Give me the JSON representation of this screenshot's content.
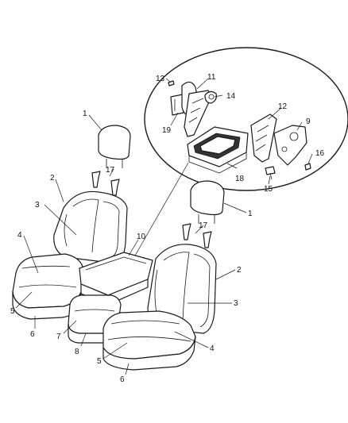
{
  "diagram": {
    "callouts": {
      "c1a": "1",
      "c1b": "1",
      "c2a": "2",
      "c2b": "2",
      "c3a": "3",
      "c3b": "3",
      "c4a": "4",
      "c4b": "4",
      "c5a": "5",
      "c5b": "5",
      "c6a": "6",
      "c6b": "6",
      "c7": "7",
      "c8": "8",
      "c9": "9",
      "c10": "10",
      "c11": "11",
      "c12": "12",
      "c13": "13",
      "c14": "14",
      "c15": "15",
      "c16": "16",
      "c17a": "17",
      "c17b": "17",
      "c18": "18",
      "c19": "19"
    },
    "colors": {
      "line": "#1a1a1a",
      "background": "#ffffff"
    }
  }
}
